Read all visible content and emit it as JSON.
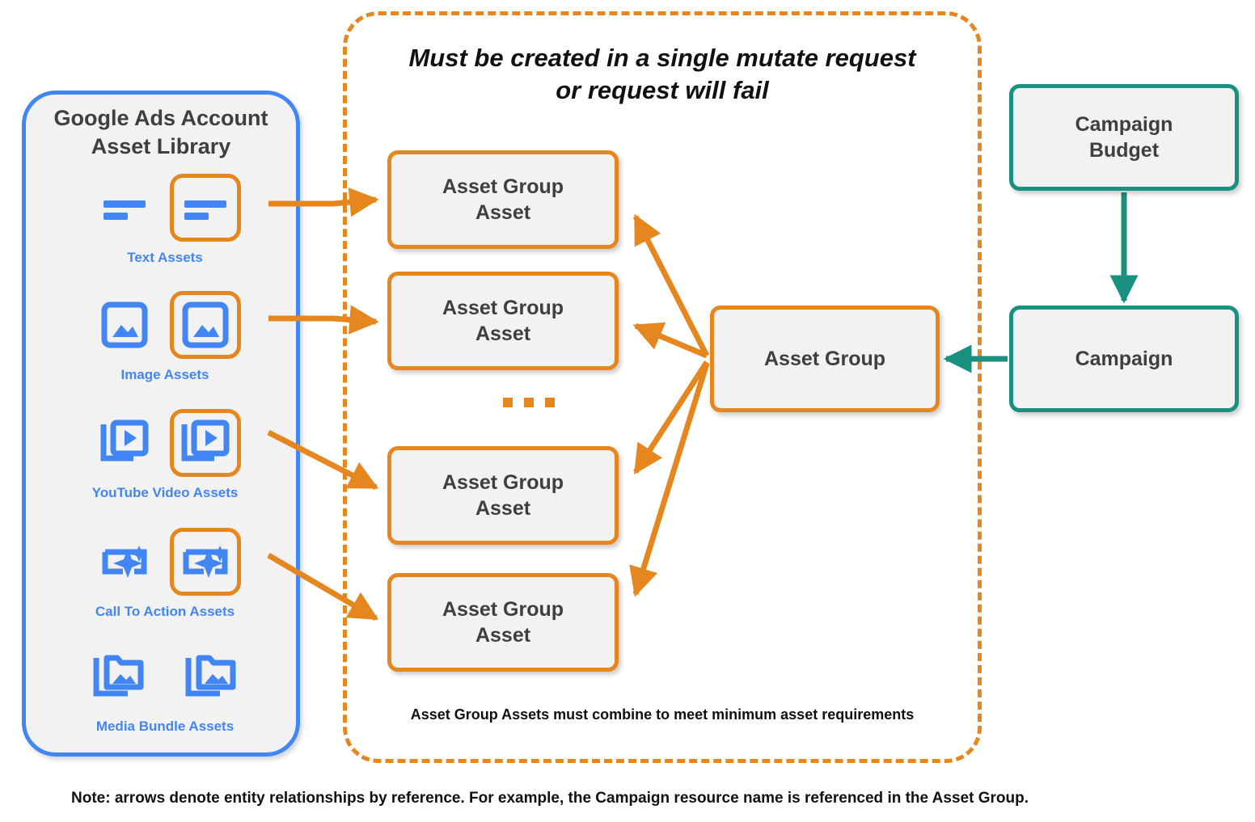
{
  "diagram": {
    "title_bottom_note": "Note: arrows denote entity relationships by reference. For example, the Campaign resource name is referenced in the Asset Group.",
    "colors": {
      "blue": "#4285f4",
      "orange": "#e5871e",
      "teal": "#1a9080",
      "node_fill": "#f2f2f2",
      "text_dark": "#3c4043"
    }
  },
  "library": {
    "title": "Google Ads Account\nAsset Library",
    "assets": [
      {
        "label": "Text Assets",
        "icon": "text-asset-icon",
        "highlighted": true
      },
      {
        "label": "Image Assets",
        "icon": "image-asset-icon",
        "highlighted": true
      },
      {
        "label": "YouTube Video  Assets",
        "icon": "youtube-video-asset-icon",
        "highlighted": true
      },
      {
        "label": "Call To Action Assets",
        "icon": "call-to-action-asset-icon",
        "highlighted": true
      },
      {
        "label": "Media Bundle  Assets",
        "icon": "media-bundle-asset-icon",
        "highlighted": false
      }
    ]
  },
  "mutate_panel": {
    "title": "Must be created in a single mutate request\nor request will fail",
    "footnote": "Asset Group Assets must combine to meet minimum asset requirements",
    "ellipsis": "...",
    "asset_group_assets": [
      {
        "label": "Asset Group\nAsset"
      },
      {
        "label": "Asset Group\nAsset"
      },
      {
        "label": "Asset Group\nAsset"
      },
      {
        "label": "Asset Group\nAsset"
      }
    ]
  },
  "nodes": {
    "asset_group": "Asset Group",
    "campaign_budget": "Campaign\nBudget",
    "campaign": "Campaign"
  }
}
